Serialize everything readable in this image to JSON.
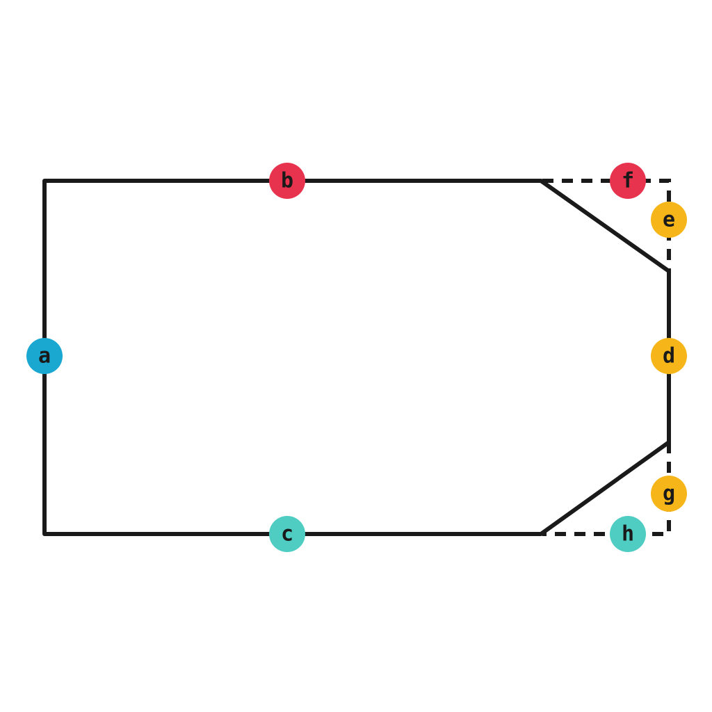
{
  "colors": {
    "stroke": "#1a1a1a",
    "blue": "#1aa7d0",
    "red": "#e8334f",
    "teal": "#4fcdc2",
    "yellow": "#f6b619"
  },
  "labels": {
    "a": {
      "text": "a",
      "color": "blue"
    },
    "b": {
      "text": "b",
      "color": "red"
    },
    "c": {
      "text": "c",
      "color": "teal"
    },
    "d": {
      "text": "d",
      "color": "yellow"
    },
    "e": {
      "text": "e",
      "color": "yellow"
    },
    "f": {
      "text": "f",
      "color": "red"
    },
    "g": {
      "text": "g",
      "color": "yellow"
    },
    "h": {
      "text": "h",
      "color": "teal"
    }
  }
}
